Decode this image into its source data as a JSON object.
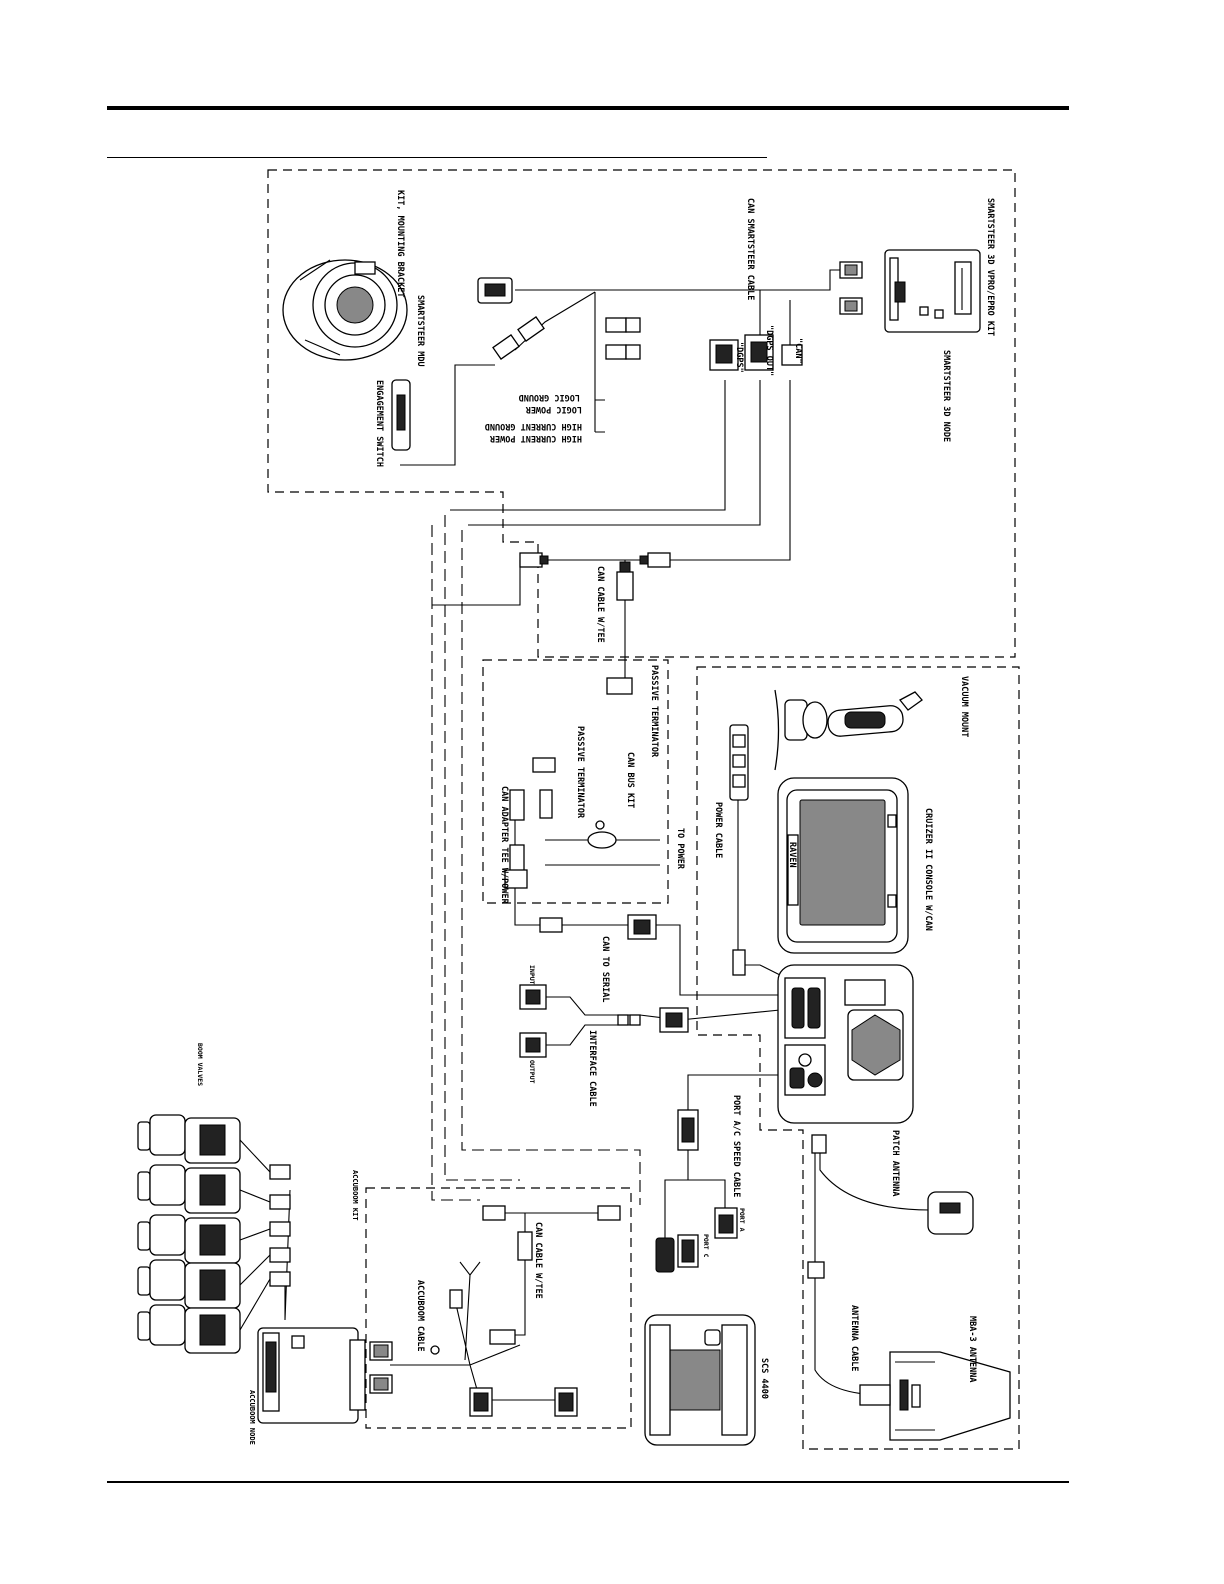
{
  "labels": {
    "smartsteer_kit": "SMARTSTEER 3D VPRO/EPRO KIT",
    "smartsteer_node": "SMARTSTEER 3D NODE",
    "can_smartsteer_cable": "CAN SMARTSTEER CABLE",
    "conn_can": "\"CAN\"",
    "conn_dgps_out": "\"DGPS OUT\"",
    "conn_dgps": "\"DGPS\"",
    "logic_ground": "LOGIC GROUND",
    "logic_power": "LOGIC POWER",
    "high_current_ground": "HIGH CURRENT GROUND",
    "high_current_power": "HIGH CURRENT POWER",
    "kit_mounting_bracket": "KIT, MOUNTING BRACKET",
    "smartsteer_mdu": "SMARTSTEER MDU",
    "engagement_switch": "ENGAGEMENT SWITCH",
    "can_cable_tee_top": "CAN CABLE W/TEE",
    "passive_terminator_top": "PASSIVE TERMINATOR",
    "vacuum_mount": "VACUUM MOUNT",
    "can_bus_kit": "CAN BUS KIT",
    "passive_terminator": "PASSIVE TERMINATOR",
    "can_adapter_tee": "CAN ADAPTER TEE W/POWER",
    "to_power": "TO POWER",
    "power_cable": "POWER CABLE",
    "cruizer_console": "CRUIZER II CONSOLE W/CAN",
    "can_to_serial": "CAN TO SERIAL",
    "input": "INPUT",
    "output": "OUTPUT",
    "interface_cable": "INTERFACE CABLE",
    "port_ac_speed_cable": "PORT A/C SPEED CABLE",
    "port_a": "PORT A",
    "port_c": "PORT C",
    "patch_antenna": "PATCH ANTENNA",
    "boom_valves": "BOOM VALVES",
    "accuboom_kit": "ACCUBOOM KIT",
    "can_cable_tee_bottom": "CAN CABLE W/TEE",
    "accuboom_cable": "ACCUBOOM CABLE",
    "accuboom_node": "ACCUBOOM NODE",
    "scs_4400": "SCS 4400",
    "mba3_antenna": "MBA-3 ANTENNA",
    "antenna_cable": "ANTENNA CABLE",
    "raven_logo": "RAVEN"
  },
  "colors": {
    "ink": "#000000",
    "paper": "#ffffff"
  },
  "icons": {
    "console": "console-icon",
    "node": "node-icon",
    "antenna": "antenna-icon",
    "valve": "valve-icon",
    "connector": "connector-icon"
  }
}
